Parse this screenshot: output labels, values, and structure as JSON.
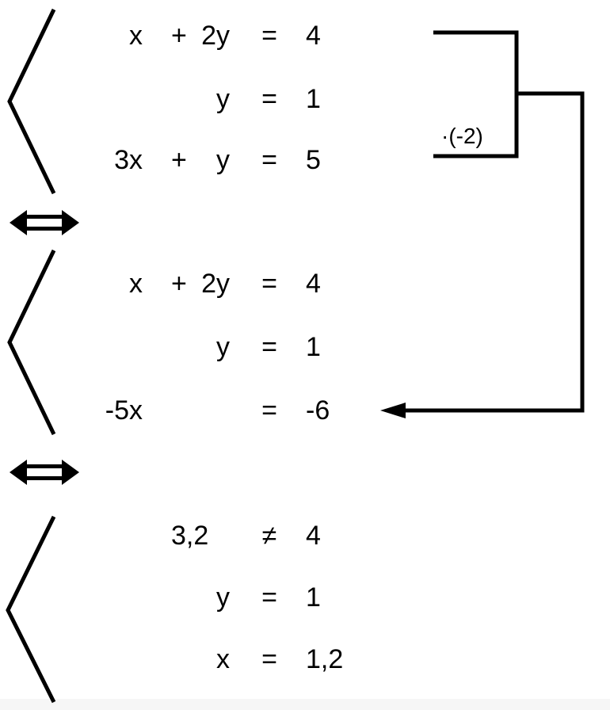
{
  "blocks": [
    {
      "rows": [
        {
          "c1": "x",
          "plus": "+",
          "term": "2y",
          "lhs": "",
          "rel": "=",
          "val": "4"
        },
        {
          "c1": "",
          "plus": "",
          "term": "y",
          "lhs": "",
          "rel": "=",
          "val": "1"
        },
        {
          "c1": "3x",
          "plus": "+",
          "term": "y",
          "lhs": "",
          "rel": "=",
          "val": "5"
        }
      ]
    },
    {
      "rows": [
        {
          "c1": "x",
          "plus": "+",
          "term": "2y",
          "lhs": "",
          "rel": "=",
          "val": "4"
        },
        {
          "c1": "",
          "plus": "",
          "term": "y",
          "lhs": "",
          "rel": "=",
          "val": "1"
        },
        {
          "c1": "-5x",
          "plus": "",
          "term": "",
          "lhs": "",
          "rel": "=",
          "val": "-6"
        }
      ]
    },
    {
      "rows": [
        {
          "c1": "",
          "plus": "",
          "term": "",
          "lhs": "3,2",
          "rel": "≠",
          "val": "4"
        },
        {
          "c1": "",
          "plus": "",
          "term": "y",
          "lhs": "",
          "rel": "=",
          "val": "1"
        },
        {
          "c1": "",
          "plus": "",
          "term": "x",
          "lhs": "",
          "rel": "=",
          "val": "1,2"
        }
      ]
    }
  ],
  "operation_note": "·(-2)",
  "equivalence_icon": "double-arrow-left-right",
  "colors": {
    "ink": "#000000",
    "background": "#ffffff"
  }
}
